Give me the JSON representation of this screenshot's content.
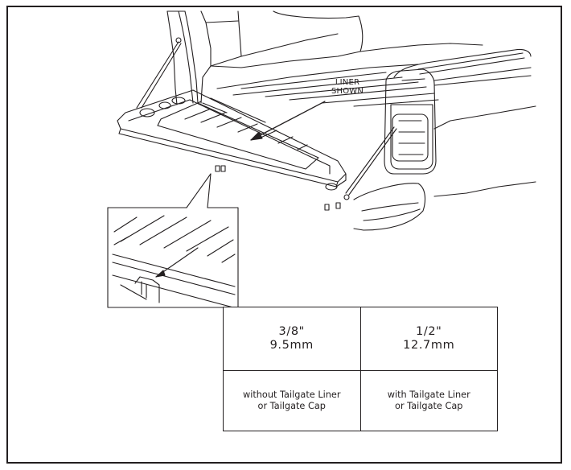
{
  "callout": {
    "line1": "LINER",
    "line2": "SHOWN"
  },
  "table": {
    "col1": {
      "measure_in": "3/8\"",
      "measure_mm": "9.5mm",
      "condition_line1": "without Tailgate Liner",
      "condition_line2": "or Tailgate Cap"
    },
    "col2": {
      "measure_in": "1/2\"",
      "measure_mm": "12.7mm",
      "condition_line1": "with Tailgate Liner",
      "condition_line2": "or Tailgate Cap"
    }
  }
}
